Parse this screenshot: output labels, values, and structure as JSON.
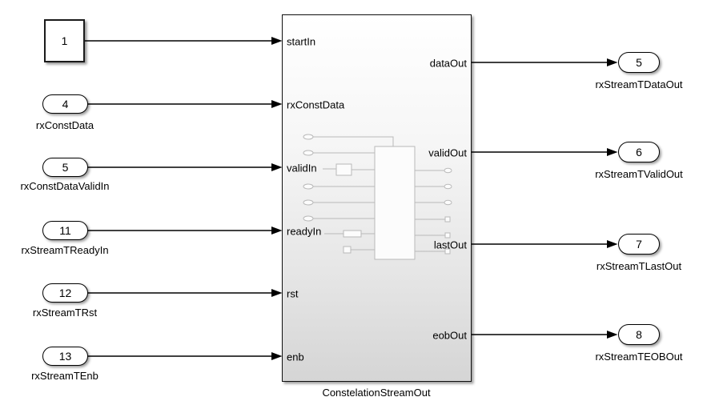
{
  "subsystem": {
    "name": "ConstelationStreamOut",
    "inputs": [
      "startIn",
      "rxConstData",
      "validIn",
      "readyIn",
      "rst",
      "enb"
    ],
    "outputs": [
      "dataOut",
      "validOut",
      "lastOut",
      "eobOut"
    ]
  },
  "sources": [
    {
      "id": "1",
      "label": "",
      "shape": "square"
    },
    {
      "id": "4",
      "label": "rxConstData",
      "shape": "oval"
    },
    {
      "id": "5",
      "label": "rxConstDataValidIn",
      "shape": "oval"
    },
    {
      "id": "11",
      "label": "rxStreamTReadyIn",
      "shape": "oval"
    },
    {
      "id": "12",
      "label": "rxStreamTRst",
      "shape": "oval"
    },
    {
      "id": "13",
      "label": "rxStreamTEnb",
      "shape": "oval"
    }
  ],
  "sinks": [
    {
      "id": "5",
      "label": "rxStreamTDataOut"
    },
    {
      "id": "6",
      "label": "rxStreamTValidOut"
    },
    {
      "id": "7",
      "label": "rxStreamTLastOut"
    },
    {
      "id": "8",
      "label": "rxStreamTEOBOut"
    }
  ],
  "colors": {
    "wire": "#000000",
    "block_border": "#000000",
    "block_fill": "#ffffff",
    "subsystem_gradient_top": "#ffffff",
    "subsystem_gradient_bottom": "#d5d5d5",
    "preview_stroke": "#b9b9b9"
  }
}
